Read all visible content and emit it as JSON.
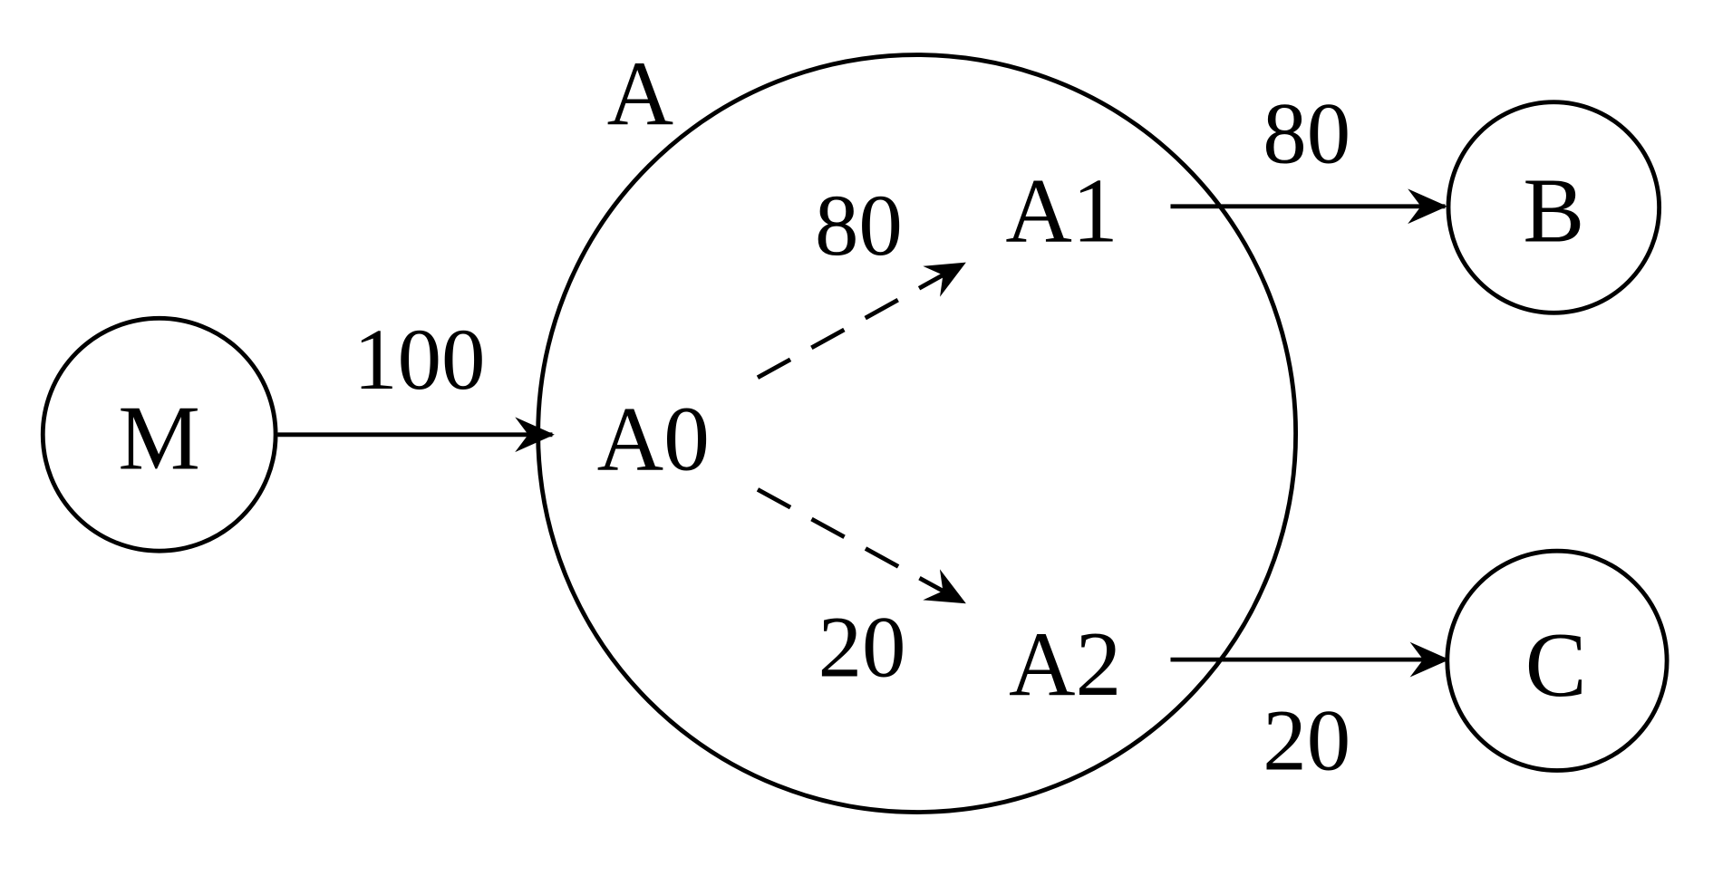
{
  "diagram": {
    "nodes": {
      "M": "M",
      "A": "A",
      "A0": "A0",
      "A1": "A1",
      "A2": "A2",
      "B": "B",
      "C": "C"
    },
    "edges": [
      {
        "from": "M",
        "to": "A0",
        "label": "100",
        "style": "solid"
      },
      {
        "from": "A0",
        "to": "A1",
        "label": "80",
        "style": "dashed"
      },
      {
        "from": "A0",
        "to": "A2",
        "label": "20",
        "style": "dashed"
      },
      {
        "from": "A1",
        "to": "B",
        "label": "80",
        "style": "solid"
      },
      {
        "from": "A2",
        "to": "C",
        "label": "20",
        "style": "solid"
      }
    ]
  }
}
